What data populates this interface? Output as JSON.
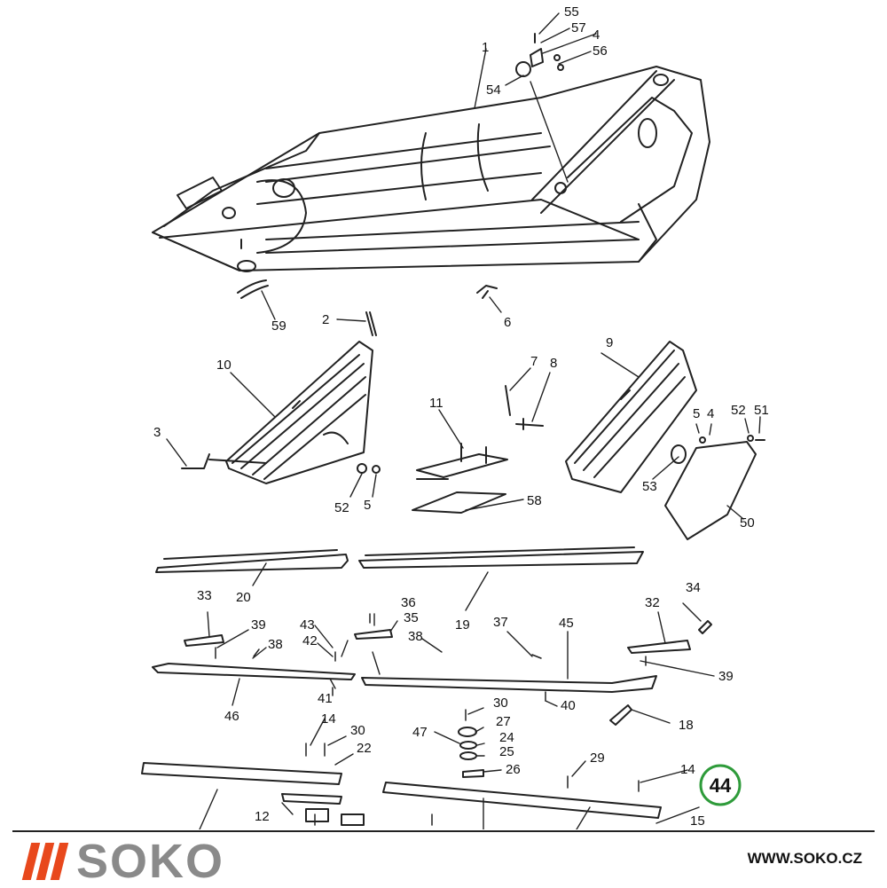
{
  "diagram": {
    "callouts": [
      {
        "id": "c55",
        "text": "55"
      },
      {
        "id": "c57",
        "text": "57"
      },
      {
        "id": "c4a",
        "text": "4"
      },
      {
        "id": "c56",
        "text": "56"
      },
      {
        "id": "c1",
        "text": "1"
      },
      {
        "id": "c54",
        "text": "54"
      },
      {
        "id": "c59",
        "text": "59"
      },
      {
        "id": "c2",
        "text": "2"
      },
      {
        "id": "c6",
        "text": "6"
      },
      {
        "id": "c10",
        "text": "10"
      },
      {
        "id": "c3",
        "text": "3"
      },
      {
        "id": "c52a",
        "text": "52"
      },
      {
        "id": "c5a",
        "text": "5"
      },
      {
        "id": "c11",
        "text": "11"
      },
      {
        "id": "c7",
        "text": "7"
      },
      {
        "id": "c8",
        "text": "8"
      },
      {
        "id": "c58",
        "text": "58"
      },
      {
        "id": "c9",
        "text": "9"
      },
      {
        "id": "c5b",
        "text": "5"
      },
      {
        "id": "c4b",
        "text": "4"
      },
      {
        "id": "c52b",
        "text": "52"
      },
      {
        "id": "c51",
        "text": "51"
      },
      {
        "id": "c53",
        "text": "53"
      },
      {
        "id": "c50",
        "text": "50"
      },
      {
        "id": "c20",
        "text": "20"
      },
      {
        "id": "c19",
        "text": "19"
      },
      {
        "id": "c33",
        "text": "33"
      },
      {
        "id": "c39a",
        "text": "39"
      },
      {
        "id": "c38a",
        "text": "38"
      },
      {
        "id": "c36",
        "text": "36"
      },
      {
        "id": "c35",
        "text": "35"
      },
      {
        "id": "c43",
        "text": "43"
      },
      {
        "id": "c42",
        "text": "42"
      },
      {
        "id": "c38b",
        "text": "38"
      },
      {
        "id": "c37",
        "text": "37"
      },
      {
        "id": "c45",
        "text": "45"
      },
      {
        "id": "c34",
        "text": "34"
      },
      {
        "id": "c32",
        "text": "32"
      },
      {
        "id": "c39b",
        "text": "39"
      },
      {
        "id": "c46",
        "text": "46"
      },
      {
        "id": "c41",
        "text": "41"
      },
      {
        "id": "c40",
        "text": "40"
      },
      {
        "id": "c18",
        "text": "18"
      },
      {
        "id": "c14a",
        "text": "14"
      },
      {
        "id": "c30a",
        "text": "30"
      },
      {
        "id": "c22",
        "text": "22"
      },
      {
        "id": "c30b",
        "text": "30"
      },
      {
        "id": "c27",
        "text": "27"
      },
      {
        "id": "c47",
        "text": "47"
      },
      {
        "id": "c24",
        "text": "24"
      },
      {
        "id": "c25",
        "text": "25"
      },
      {
        "id": "c26",
        "text": "26"
      },
      {
        "id": "c29",
        "text": "29"
      },
      {
        "id": "c14b",
        "text": "14"
      },
      {
        "id": "c12",
        "text": "12"
      },
      {
        "id": "c15",
        "text": "15"
      }
    ],
    "highlight": {
      "text": "44",
      "ring_color": "#2e9b3a"
    },
    "line_color": "#222222"
  },
  "footer": {
    "brand": "SOKO",
    "brand_color": "#8a8a8a",
    "accent_color": "#e8481c",
    "website": "WWW.SOKO.CZ"
  }
}
